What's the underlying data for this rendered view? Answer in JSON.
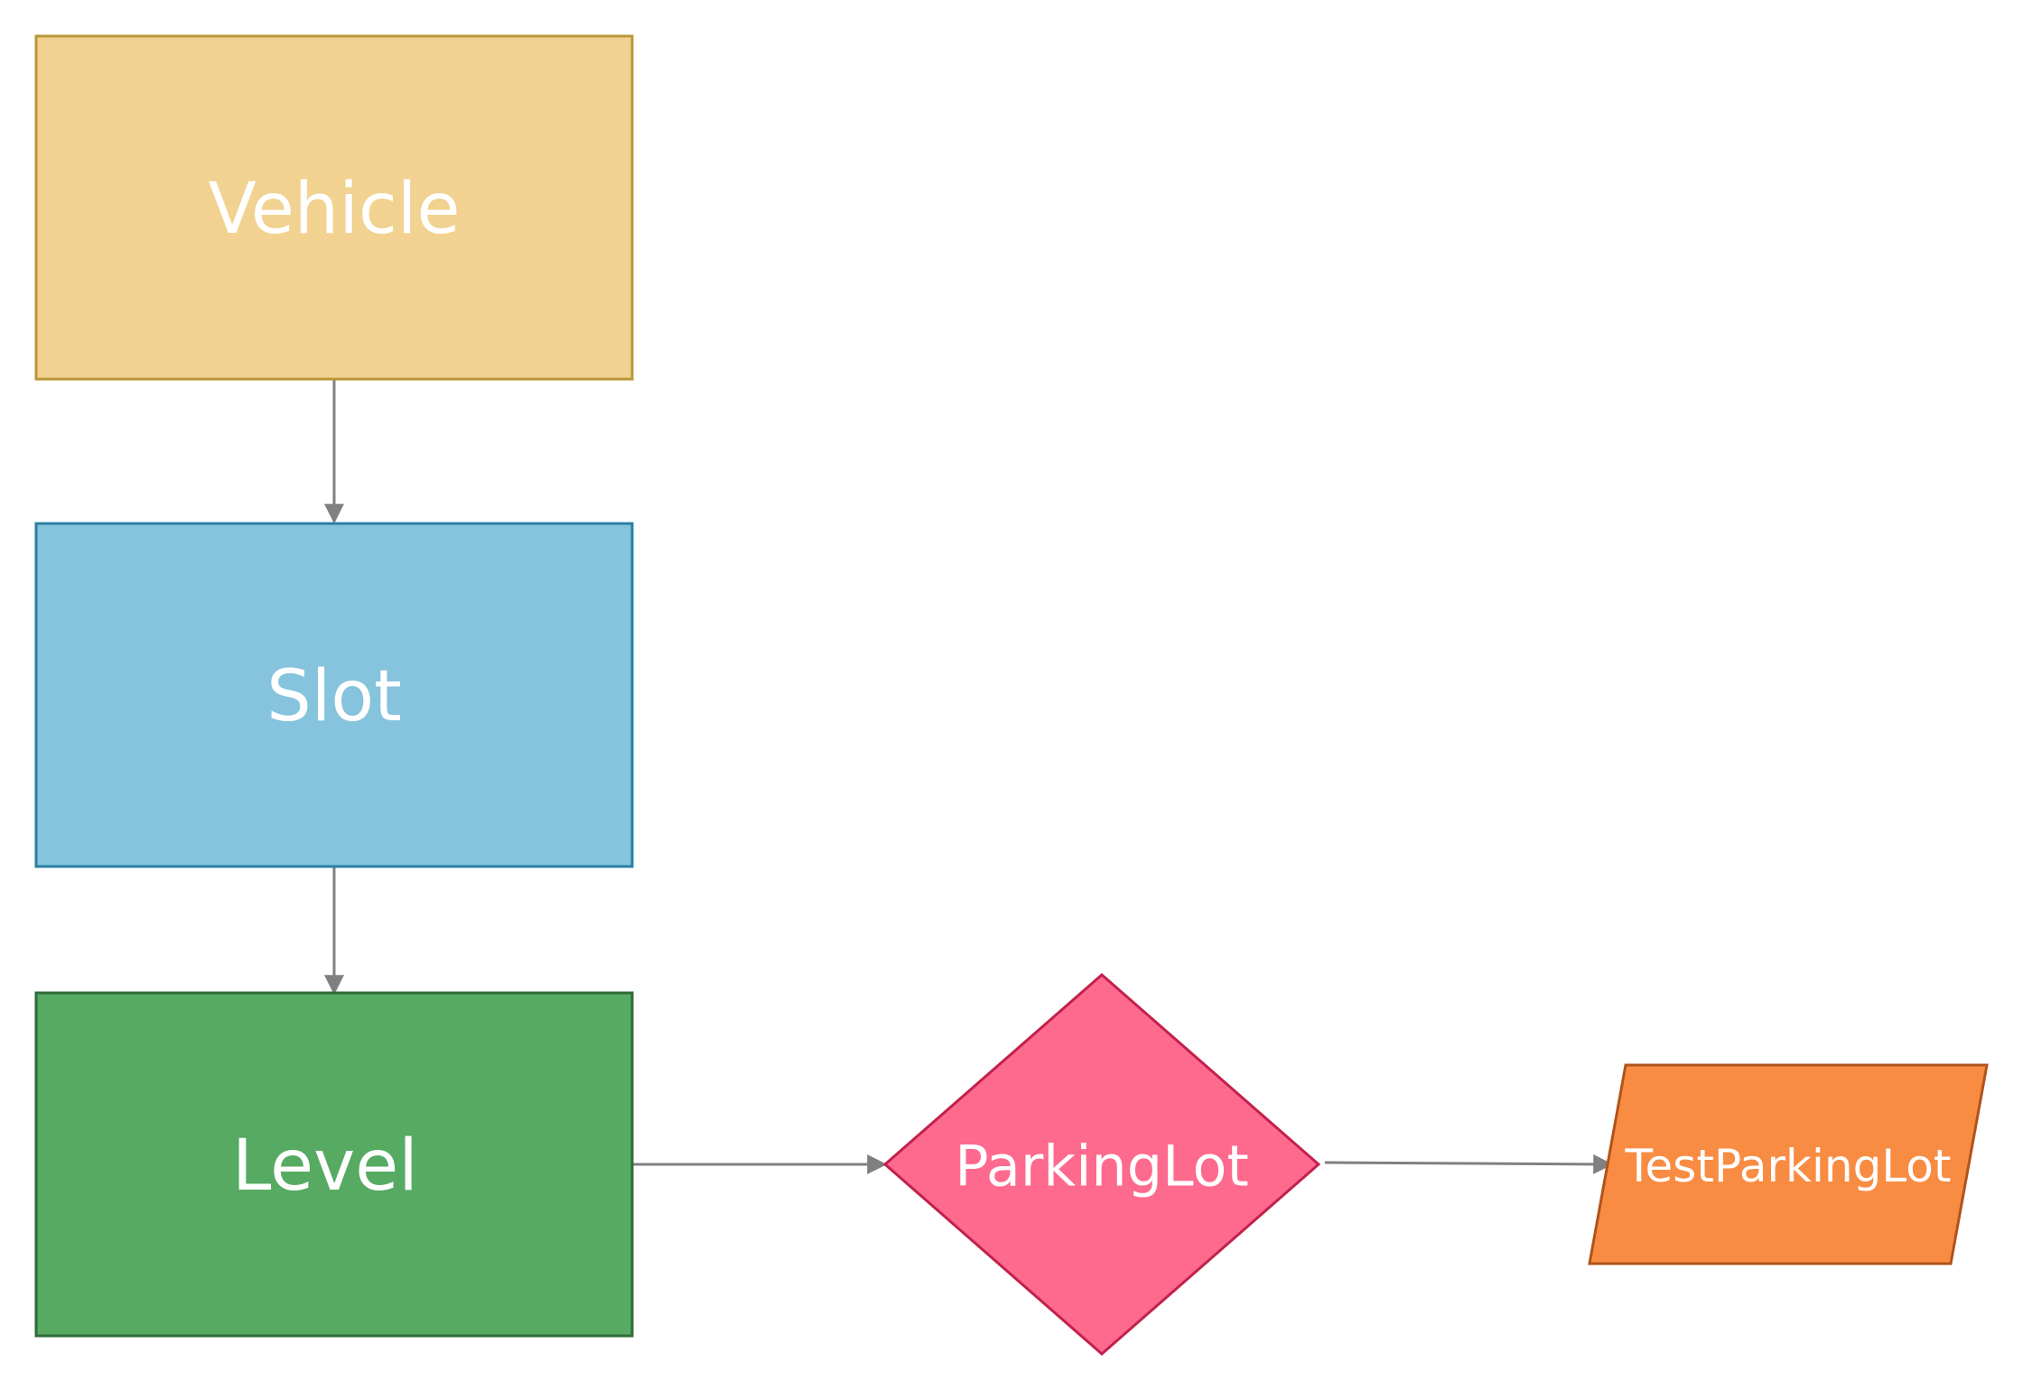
{
  "diagram": {
    "nodes": {
      "vehicle": {
        "label": "Vehicle",
        "fill": "#F1D290",
        "stroke": "#B8983A"
      },
      "slot": {
        "label": "Slot",
        "fill": "#86C3DD",
        "stroke": "#2A7FA3"
      },
      "level": {
        "label": "Level",
        "fill": "#56AA62",
        "stroke": "#2E6B38"
      },
      "parkinglot": {
        "label": "ParkingLot",
        "fill": "#FD6A8E",
        "stroke": "#C2214B"
      },
      "testparkinglot": {
        "label": "TestParkingLot",
        "fill": "#F98C43",
        "stroke": "#B0531B"
      }
    },
    "edges": [
      {
        "from": "Vehicle",
        "to": "Slot"
      },
      {
        "from": "Slot",
        "to": "Level"
      },
      {
        "from": "Level",
        "to": "ParkingLot"
      },
      {
        "from": "ParkingLot",
        "to": "TestParkingLot"
      }
    ],
    "edge_color": "#808080"
  }
}
